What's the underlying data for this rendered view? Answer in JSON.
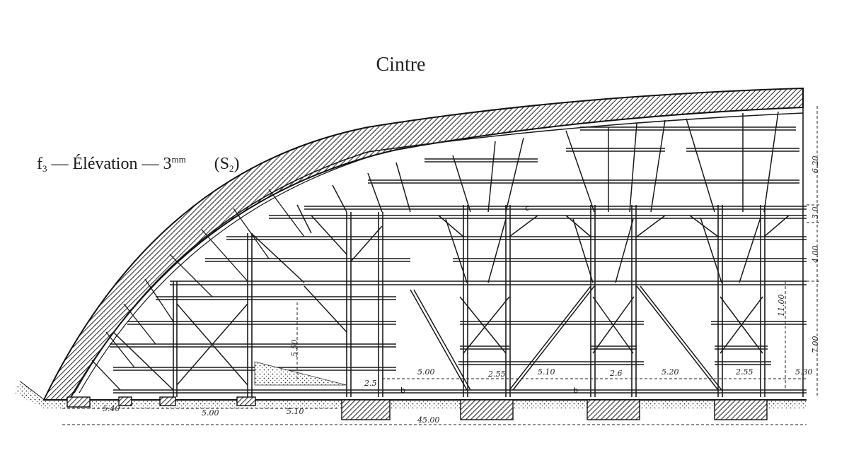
{
  "title": "Cintre",
  "subtitle": {
    "prefix": "f",
    "index": "3",
    "middle": "— Élévation — 3",
    "unit": "mm",
    "sheet": "(S",
    "sheet_index": "2",
    "sheet_close": ")"
  },
  "dimensions": {
    "bottom_total": "45.00",
    "bottom_left": [
      "5.40",
      "5.00",
      "5.10"
    ],
    "bays": [
      "5.00",
      "2.55",
      "5.10",
      "2.6",
      "5.20",
      "2.55",
      "5.30"
    ],
    "small_25": "2.5",
    "vertical_550": "5.50",
    "right": [
      "6.20",
      "3.0",
      "4.00",
      "11.00",
      "7.00"
    ]
  },
  "points": {
    "c": "c",
    "b1": "b",
    "b2": "b"
  }
}
